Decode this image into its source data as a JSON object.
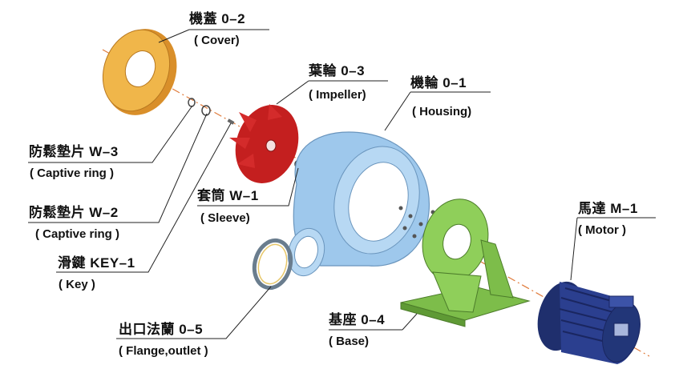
{
  "diagram": {
    "parts": [
      {
        "id": "cover",
        "zh": "機蓋 0–2",
        "en": "( Cover)",
        "color": "#e8a33a"
      },
      {
        "id": "impeller",
        "zh": "葉輪 0–3",
        "en": "( Impeller)",
        "color": "#d42b2b"
      },
      {
        "id": "housing",
        "zh": "機輪 0–1",
        "en": "( Housing)",
        "color": "#9ec8ec"
      },
      {
        "id": "captive_ring_w3",
        "zh": "防鬆墊片 W–3",
        "en": "( Captive ring )"
      },
      {
        "id": "sleeve",
        "zh": "套筒 W–1",
        "en": "( Sleeve)"
      },
      {
        "id": "captive_ring_w2",
        "zh": "防鬆墊片 W–2",
        "en": "( Captive ring )"
      },
      {
        "id": "key",
        "zh": "滑鍵 KEY–1",
        "en": "( Key )"
      },
      {
        "id": "motor",
        "zh": "馬達 M–1",
        "en": "( Motor )",
        "color": "#2b3f8f"
      },
      {
        "id": "base",
        "zh": "基座 0–4",
        "en": "( Base)",
        "color": "#8fcf5a"
      },
      {
        "id": "flange",
        "zh": "出口法蘭 0–5",
        "en": "( Flange,outlet )"
      }
    ],
    "colors": {
      "axis": "#e07a3a",
      "leader": "#222222"
    }
  }
}
